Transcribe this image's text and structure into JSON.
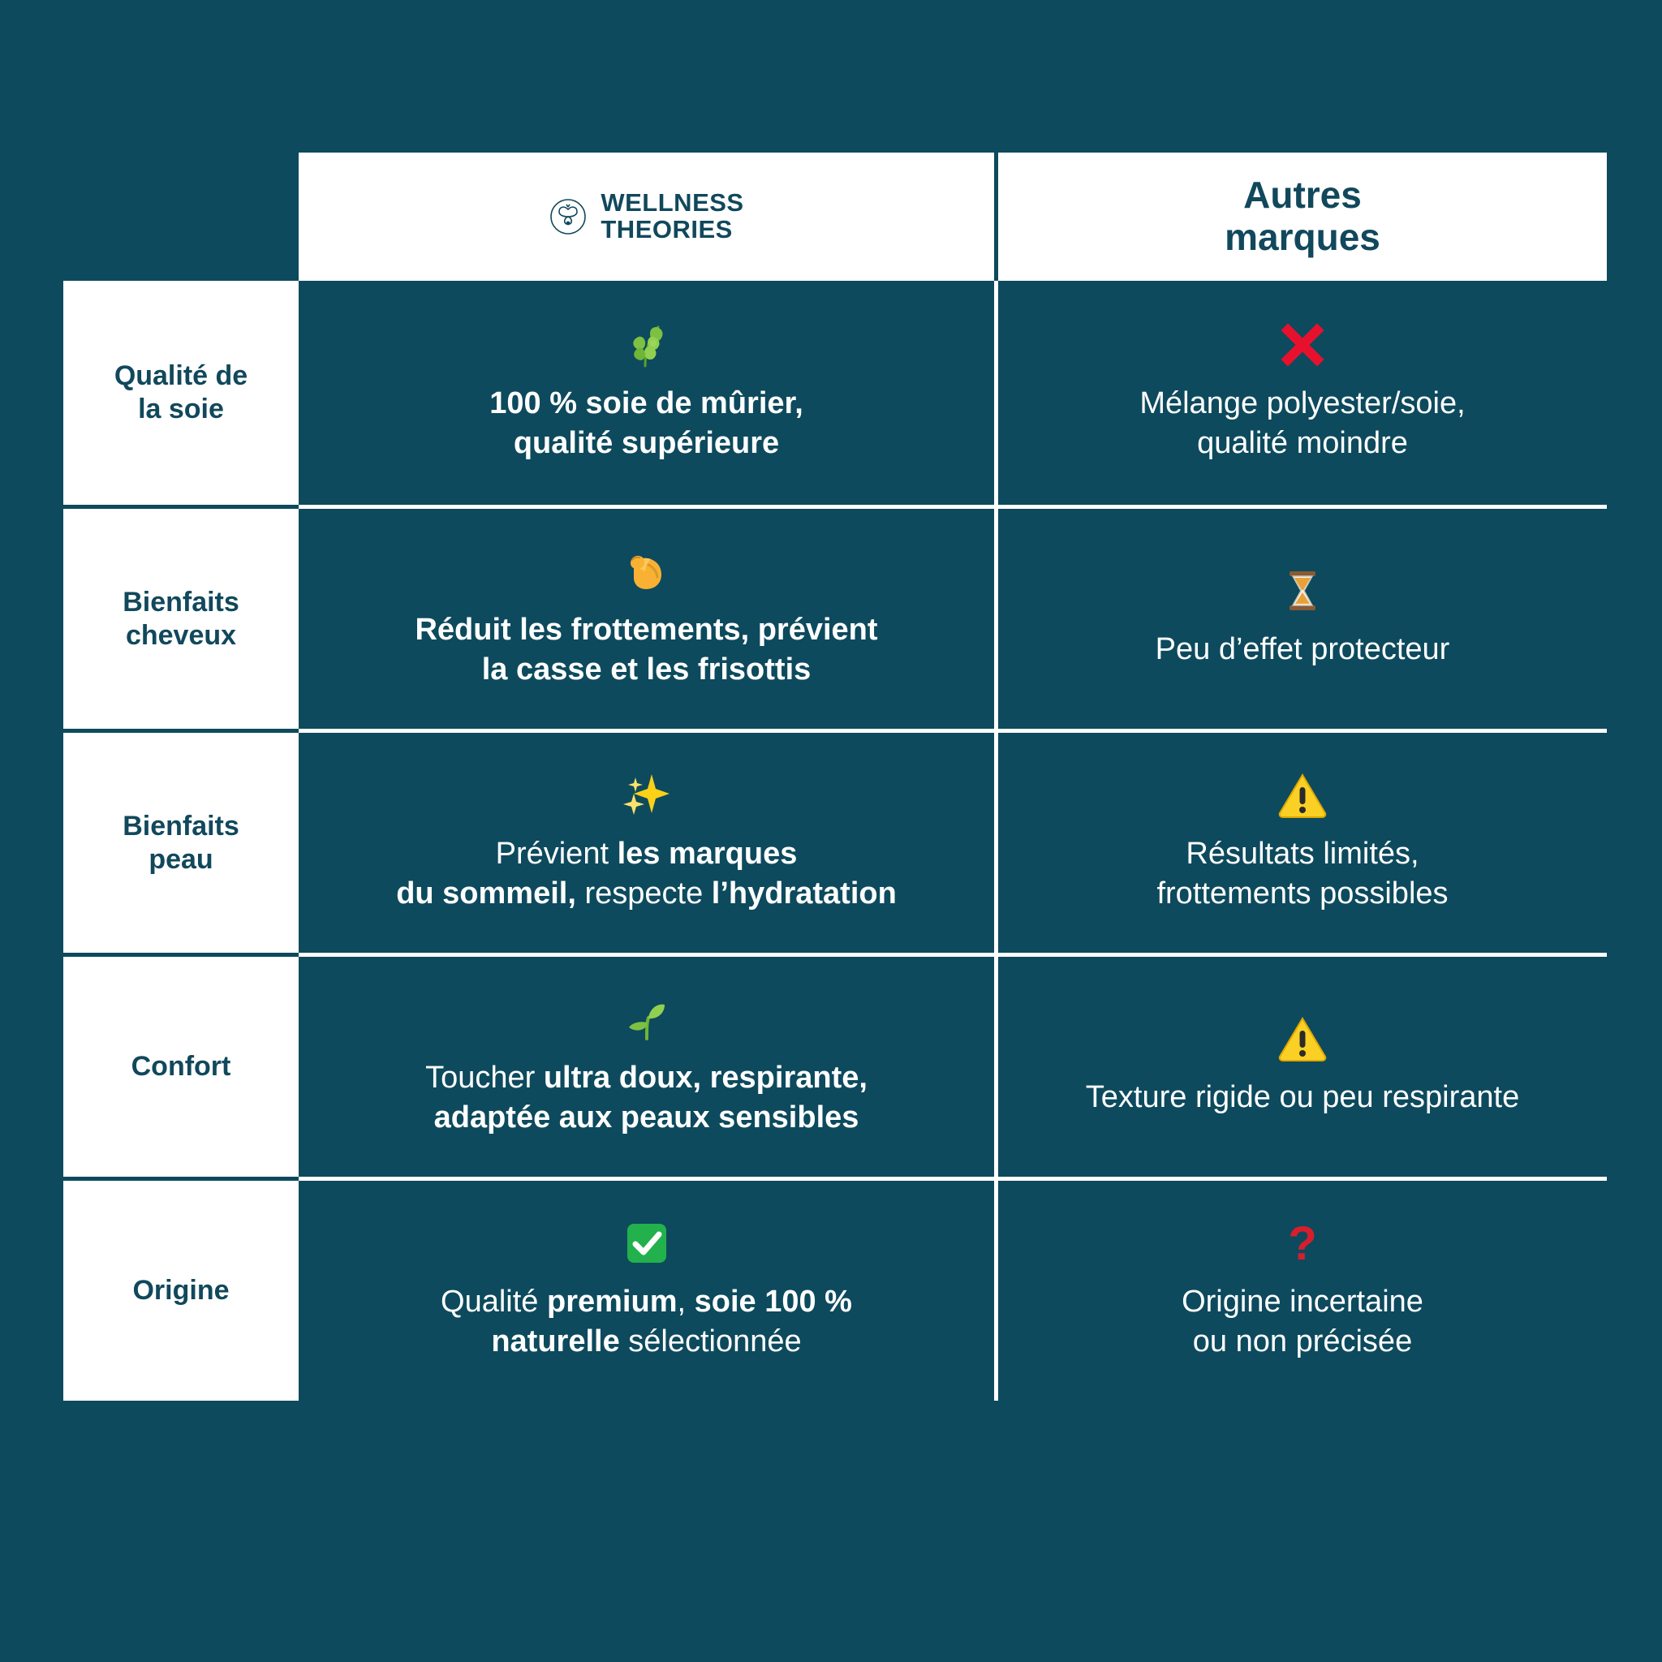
{
  "theme": {
    "background": "#0d4a5d",
    "panel": "#ffffff",
    "text_on_dark": "#ffffff",
    "text_on_light": "#11485c",
    "divider": "#ffffff"
  },
  "header": {
    "brand": {
      "logo_icon": "bee-in-circle-icon",
      "line1": "WELLNESS",
      "line2": "THEORIES"
    },
    "other": {
      "line1": "Autres",
      "line2": "marques"
    }
  },
  "rows": [
    {
      "label": "Qualité de\nla soie",
      "label_line1": "Qualité de",
      "label_line2": "la soie",
      "own": {
        "icon": "herb-emoji",
        "icon_glyph": "🌿",
        "bold": true,
        "segments": [
          {
            "text": "100 % soie de mûrier,",
            "bold": true
          },
          {
            "text": "qualité supérieure",
            "bold": true
          }
        ],
        "line1": "100 % soie de mûrier,",
        "line2": "qualité supérieure"
      },
      "other": {
        "icon": "cross-mark-emoji",
        "icon_glyph": "❌",
        "line1": "Mélange polyester/soie,",
        "line2": "qualité moindre"
      }
    },
    {
      "label_line1": "Bienfaits",
      "label_line2": "cheveux",
      "own": {
        "icon": "flexed-biceps-emoji",
        "icon_glyph": "💪",
        "bold": true,
        "line1": "Réduit les frottements, prévient",
        "line2": "la casse et les frisottis"
      },
      "other": {
        "icon": "hourglass-emoji",
        "icon_glyph": "⌛",
        "line1": "Peu d’effet protecteur",
        "line2": ""
      }
    },
    {
      "label_line1": "Bienfaits",
      "label_line2": "peau",
      "own": {
        "icon": "sparkles-emoji",
        "icon_glyph": "✨",
        "bold": false,
        "rich_line1": [
          {
            "text": "Prévient ",
            "bold": false
          },
          {
            "text": "les marques",
            "bold": true
          }
        ],
        "rich_line2": [
          {
            "text": "du sommeil,",
            "bold": true
          },
          {
            "text": " respecte ",
            "bold": false
          },
          {
            "text": "l’hydratation",
            "bold": true
          }
        ],
        "line1": "Prévient les marques",
        "line2": "du sommeil, respecte l’hydratation"
      },
      "other": {
        "icon": "warning-emoji",
        "icon_glyph": "⚠️",
        "line1": "Résultats limités,",
        "line2": "frottements possibles"
      }
    },
    {
      "label_line1": "Confort",
      "label_line2": "",
      "own": {
        "icon": "seedling-emoji",
        "icon_glyph": "🌱",
        "bold": false,
        "rich_line1": [
          {
            "text": "Toucher ",
            "bold": false
          },
          {
            "text": "ultra doux, respirante,",
            "bold": true
          }
        ],
        "rich_line2": [
          {
            "text": "adaptée aux peaux sensibles",
            "bold": true
          }
        ],
        "line1": "Toucher ultra doux, respirante,",
        "line2": "adaptée aux peaux sensibles"
      },
      "other": {
        "icon": "warning-emoji",
        "icon_glyph": "⚠️",
        "line1": "Texture rigide ou peu respirante",
        "line2": ""
      }
    },
    {
      "label_line1": "Origine",
      "label_line2": "",
      "own": {
        "icon": "check-mark-button-emoji",
        "icon_glyph": "✅",
        "bold": false,
        "rich_line1": [
          {
            "text": "Qualité ",
            "bold": false
          },
          {
            "text": "premium",
            "bold": true
          },
          {
            "text": ", ",
            "bold": false
          },
          {
            "text": "soie 100 %",
            "bold": true
          }
        ],
        "rich_line2": [
          {
            "text": "naturelle",
            "bold": true
          },
          {
            "text": " sélectionnée",
            "bold": false
          }
        ],
        "line1": "Qualité premium, soie 100 %",
        "line2": "naturelle sélectionnée"
      },
      "other": {
        "icon": "red-question-mark-emoji",
        "icon_glyph": "❓",
        "line1": "Origine incertaine",
        "line2": "ou non précisée"
      }
    }
  ]
}
